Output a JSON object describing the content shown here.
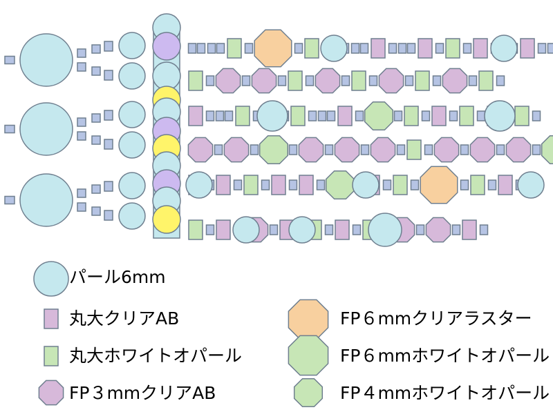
{
  "colors": {
    "pearl": "#c5e8ee",
    "pink": "#d7b9da",
    "green": "#c7e6b6",
    "orange": "#f8d09f",
    "lavender": "#cdbaf0",
    "yellow": "#fff46a",
    "small": "#b6c4e4",
    "stroke": "#6f7f8f"
  },
  "legend": {
    "pearl_6mm": "パール6mm",
    "round_large_clear_ab": "丸大クリアAB",
    "round_large_white_opal": "丸大ホワイトオパール",
    "fp3mm_clear_ab": "FP３mmクリアAB",
    "fp6mm_clear_luster": "FP６mmクリアラスター",
    "fp6mm_white_opal": "FP６mmホワイトオパール",
    "fp4mm_white_opal": "FP４mmホワイトオパール"
  },
  "rows": [
    [
      "bead",
      "bead",
      "G",
      "O",
      "G",
      "bead",
      "bead",
      "P",
      "bead",
      "P",
      "G",
      "P",
      "bead",
      "P",
      "bead",
      "bead",
      "P",
      "bead",
      "bead",
      "P",
      "bead",
      "G",
      "P",
      "bead",
      "bead",
      "bead",
      "P",
      "bead"
    ],
    [
      "G",
      "p",
      "p",
      "G",
      "p",
      "G",
      "p",
      "G",
      "p",
      "G"
    ],
    [
      "P",
      "bead",
      "G",
      "P",
      "G",
      "bead",
      "P",
      "g",
      "G",
      "P",
      "G",
      "P",
      "G"
    ],
    [
      "p",
      "p",
      "g",
      "p",
      "p",
      "p",
      "G",
      "p",
      "p",
      "p",
      "g",
      "p",
      "p"
    ],
    [
      "P",
      "P",
      "G",
      "P",
      "P",
      "g",
      "P",
      "G",
      "O",
      "G",
      "P"
    ],
    [
      "G",
      "P",
      "p",
      "P",
      "G",
      "P",
      "G",
      "p",
      "p",
      "P"
    ]
  ]
}
